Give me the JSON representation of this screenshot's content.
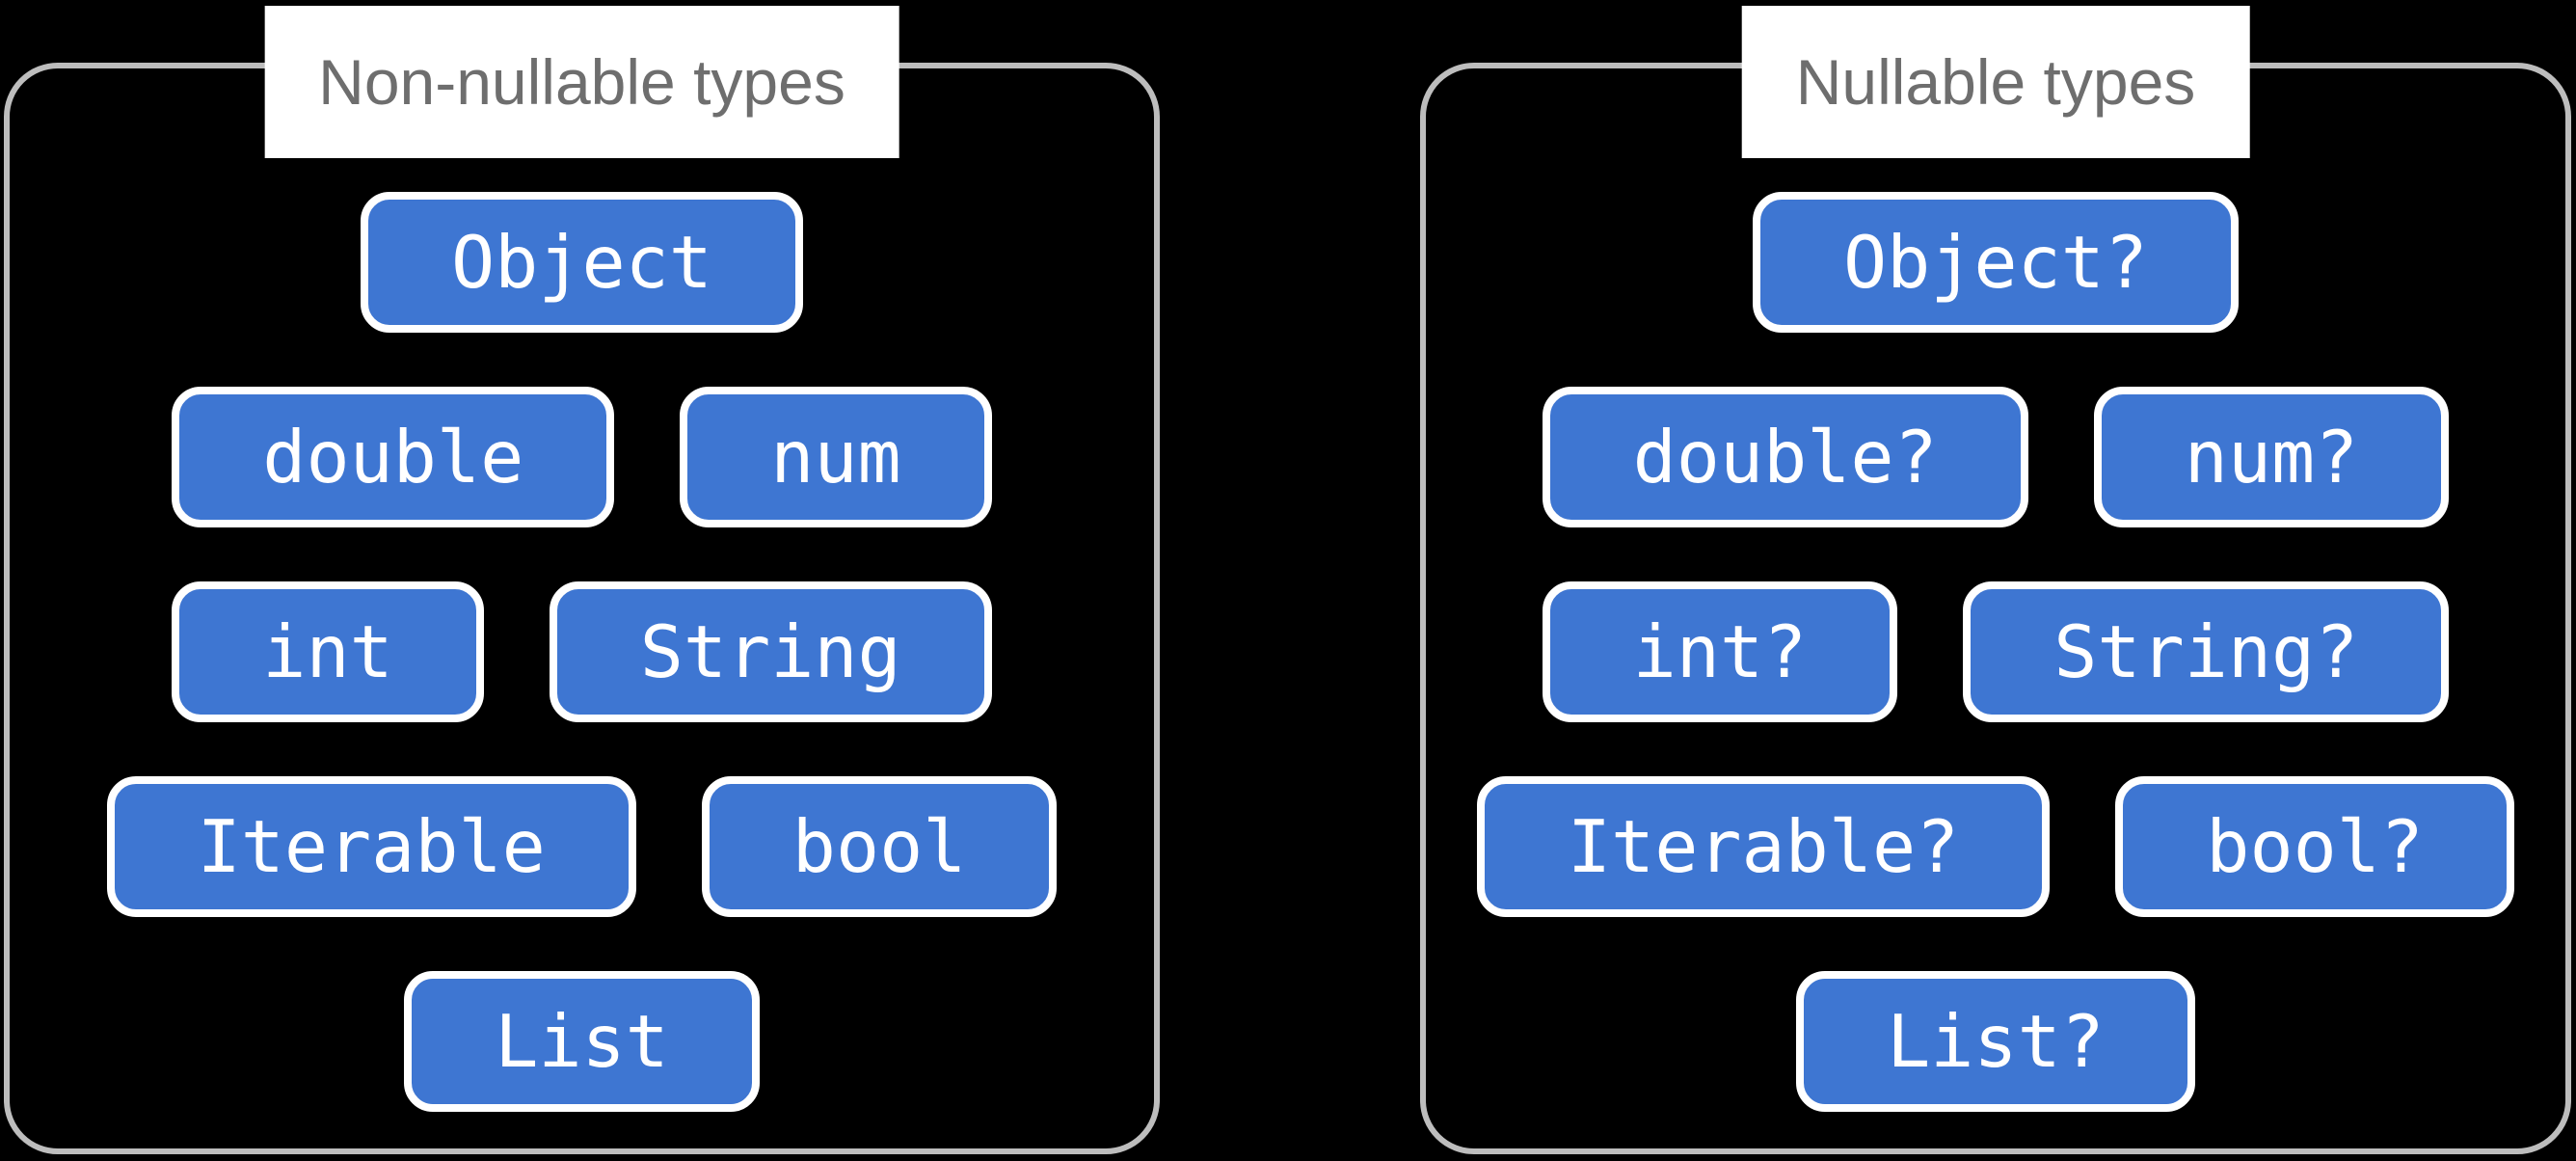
{
  "colors": {
    "background": "#000000",
    "panel_border": "#BDBDBD",
    "label_bg": "#FFFFFF",
    "label_text": "#6E6E6E",
    "chip_fill": "#3E76D2",
    "chip_border": "#FFFFFF",
    "chip_text": "#FFFFFF"
  },
  "panels": [
    {
      "title": "Non-nullable types",
      "rows": [
        [
          "Object"
        ],
        [
          "double",
          "num"
        ],
        [
          "int",
          "String"
        ],
        [
          "Iterable",
          "bool"
        ],
        [
          "List"
        ]
      ]
    },
    {
      "title": "Nullable types",
      "rows": [
        [
          "Object?"
        ],
        [
          "double?",
          "num?"
        ],
        [
          "int?",
          "String?"
        ],
        [
          "Iterable?",
          "bool?"
        ],
        [
          "List?"
        ]
      ]
    }
  ]
}
